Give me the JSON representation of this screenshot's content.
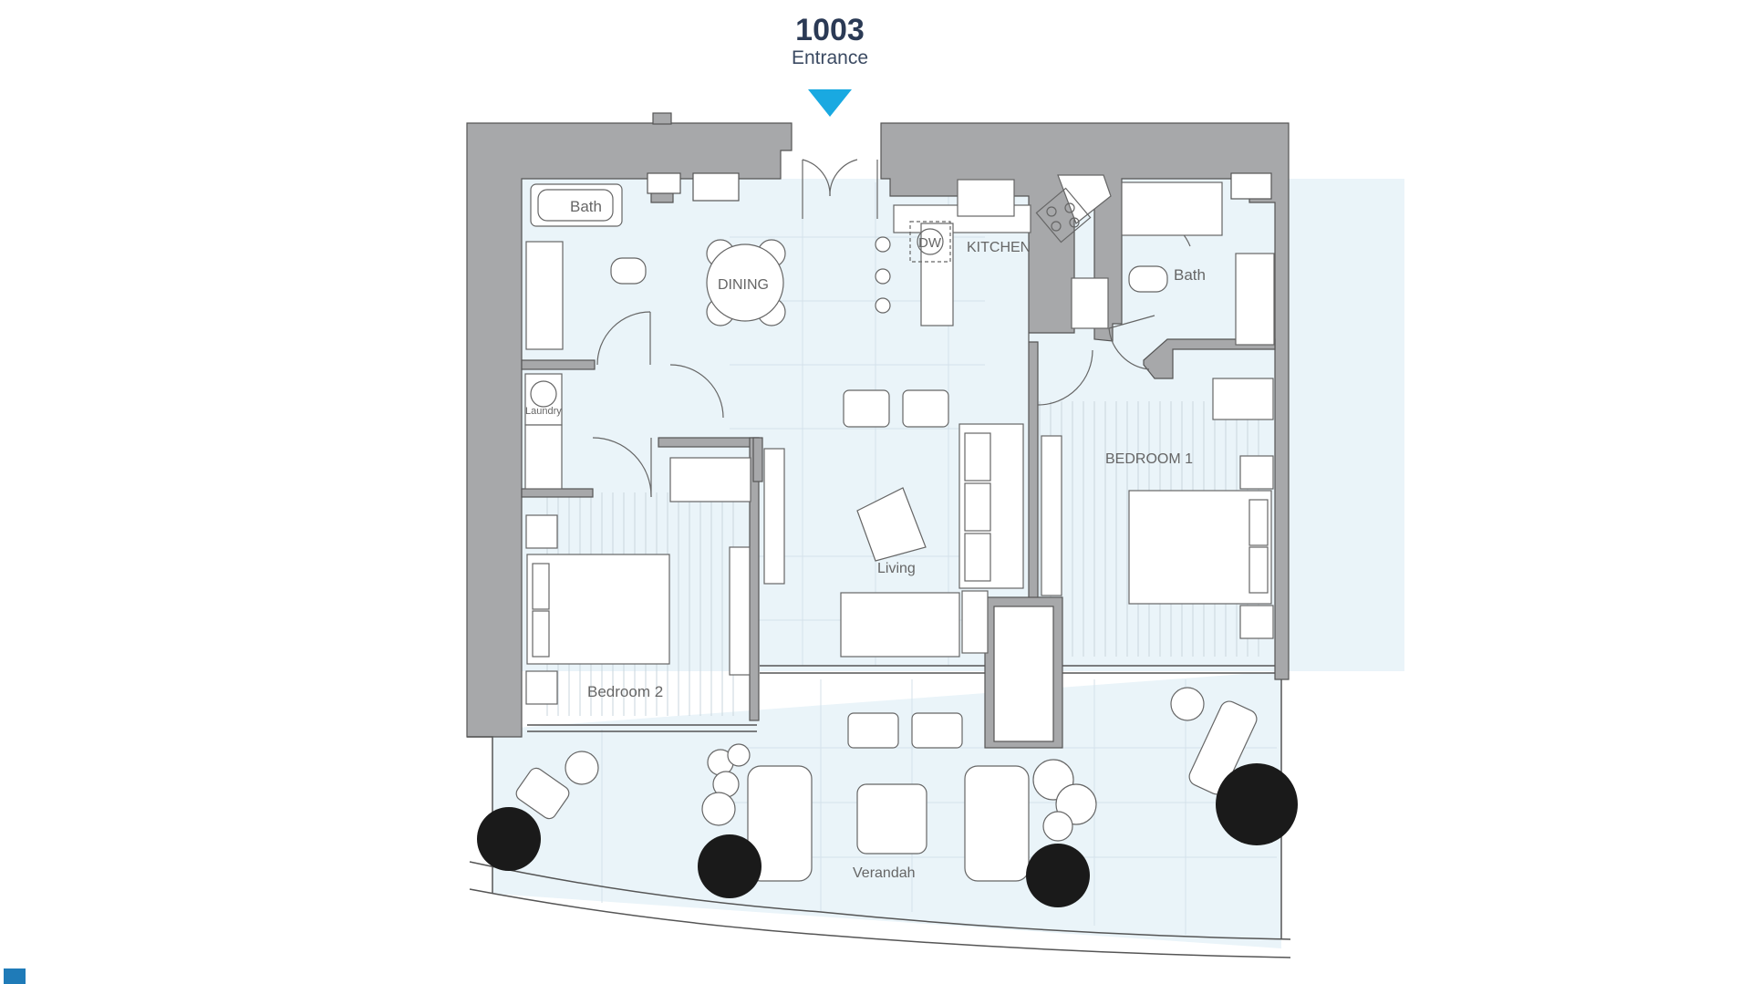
{
  "unit": {
    "number": "1003",
    "entrance_label": "Entrance"
  },
  "rooms": {
    "bath_left": "Bath",
    "dining": "DINING",
    "kitchen": "KITCHEN",
    "dishwasher": "DW",
    "bath_right": "Bath",
    "laundry": "Laundry",
    "bedroom_1": "BEDROOM 1",
    "living": "Living",
    "bedroom_2": "Bedroom 2",
    "verandah": "Verandah"
  },
  "colors": {
    "wall": "#a7a8aa",
    "floor": "#eaf4f9",
    "entrance_marker": "#19a9e1",
    "title": "#2b3a55",
    "badge": "#1f7bb8"
  }
}
